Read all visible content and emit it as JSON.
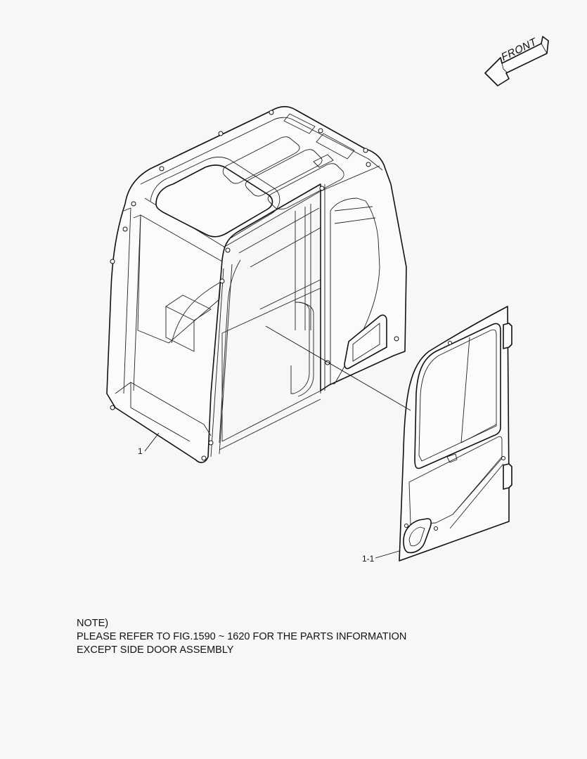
{
  "diagram": {
    "type": "exploded parts illustration",
    "subject": "operator cab with side door",
    "orientation_arrow": {
      "label": "FRONT",
      "icon": "front-arrow-icon"
    },
    "callouts": [
      {
        "id": "cab",
        "label": "1"
      },
      {
        "id": "side-door",
        "label": "1-1"
      }
    ]
  },
  "note": {
    "title": "NOTE)",
    "lines": [
      "PLEASE REFER TO FIG.1590 ~ 1620 FOR THE PARTS INFORMATION",
      "EXCEPT SIDE DOOR ASSEMBLY"
    ]
  },
  "colors": {
    "background": "#f7f7f7",
    "line": "#111111"
  }
}
